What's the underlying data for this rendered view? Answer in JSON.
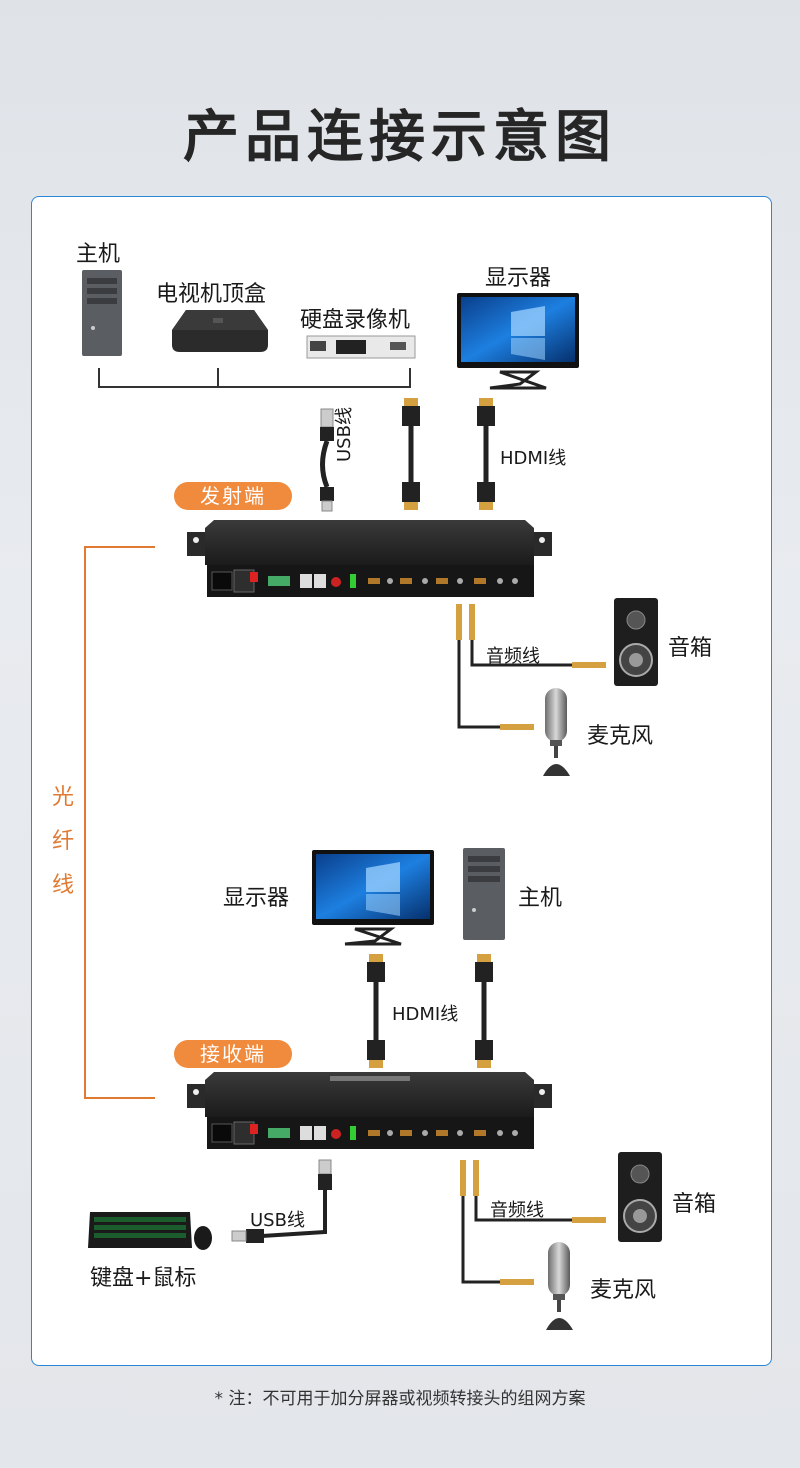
{
  "title": "产品连接示意图",
  "fiber_label": "光纤线",
  "transmitter": {
    "badge": "发射端",
    "sources": {
      "host": "主机",
      "set_top_box": "电视机顶盒",
      "dvr": "硬盘录像机"
    },
    "monitor": "显示器",
    "usb_cable": "USB线",
    "hdmi_cable": "HDMI线",
    "audio_cable": "音频线",
    "speaker": "音箱",
    "microphone": "麦克风"
  },
  "receiver": {
    "badge": "接收端",
    "monitor": "显示器",
    "host": "主机",
    "hdmi_cable": "HDMI线",
    "usb_cable": "USB线",
    "keyboard_mouse": "键盘+鼠标",
    "audio_cable": "音频线",
    "speaker": "音箱",
    "microphone": "麦克风"
  },
  "footnote": "* 注：不可用于加分屏器或视频转接头的组网方案",
  "colors": {
    "accent": "#f08a3c",
    "panel_border": "#2a86d8",
    "fiber_line": "#e07a32"
  }
}
